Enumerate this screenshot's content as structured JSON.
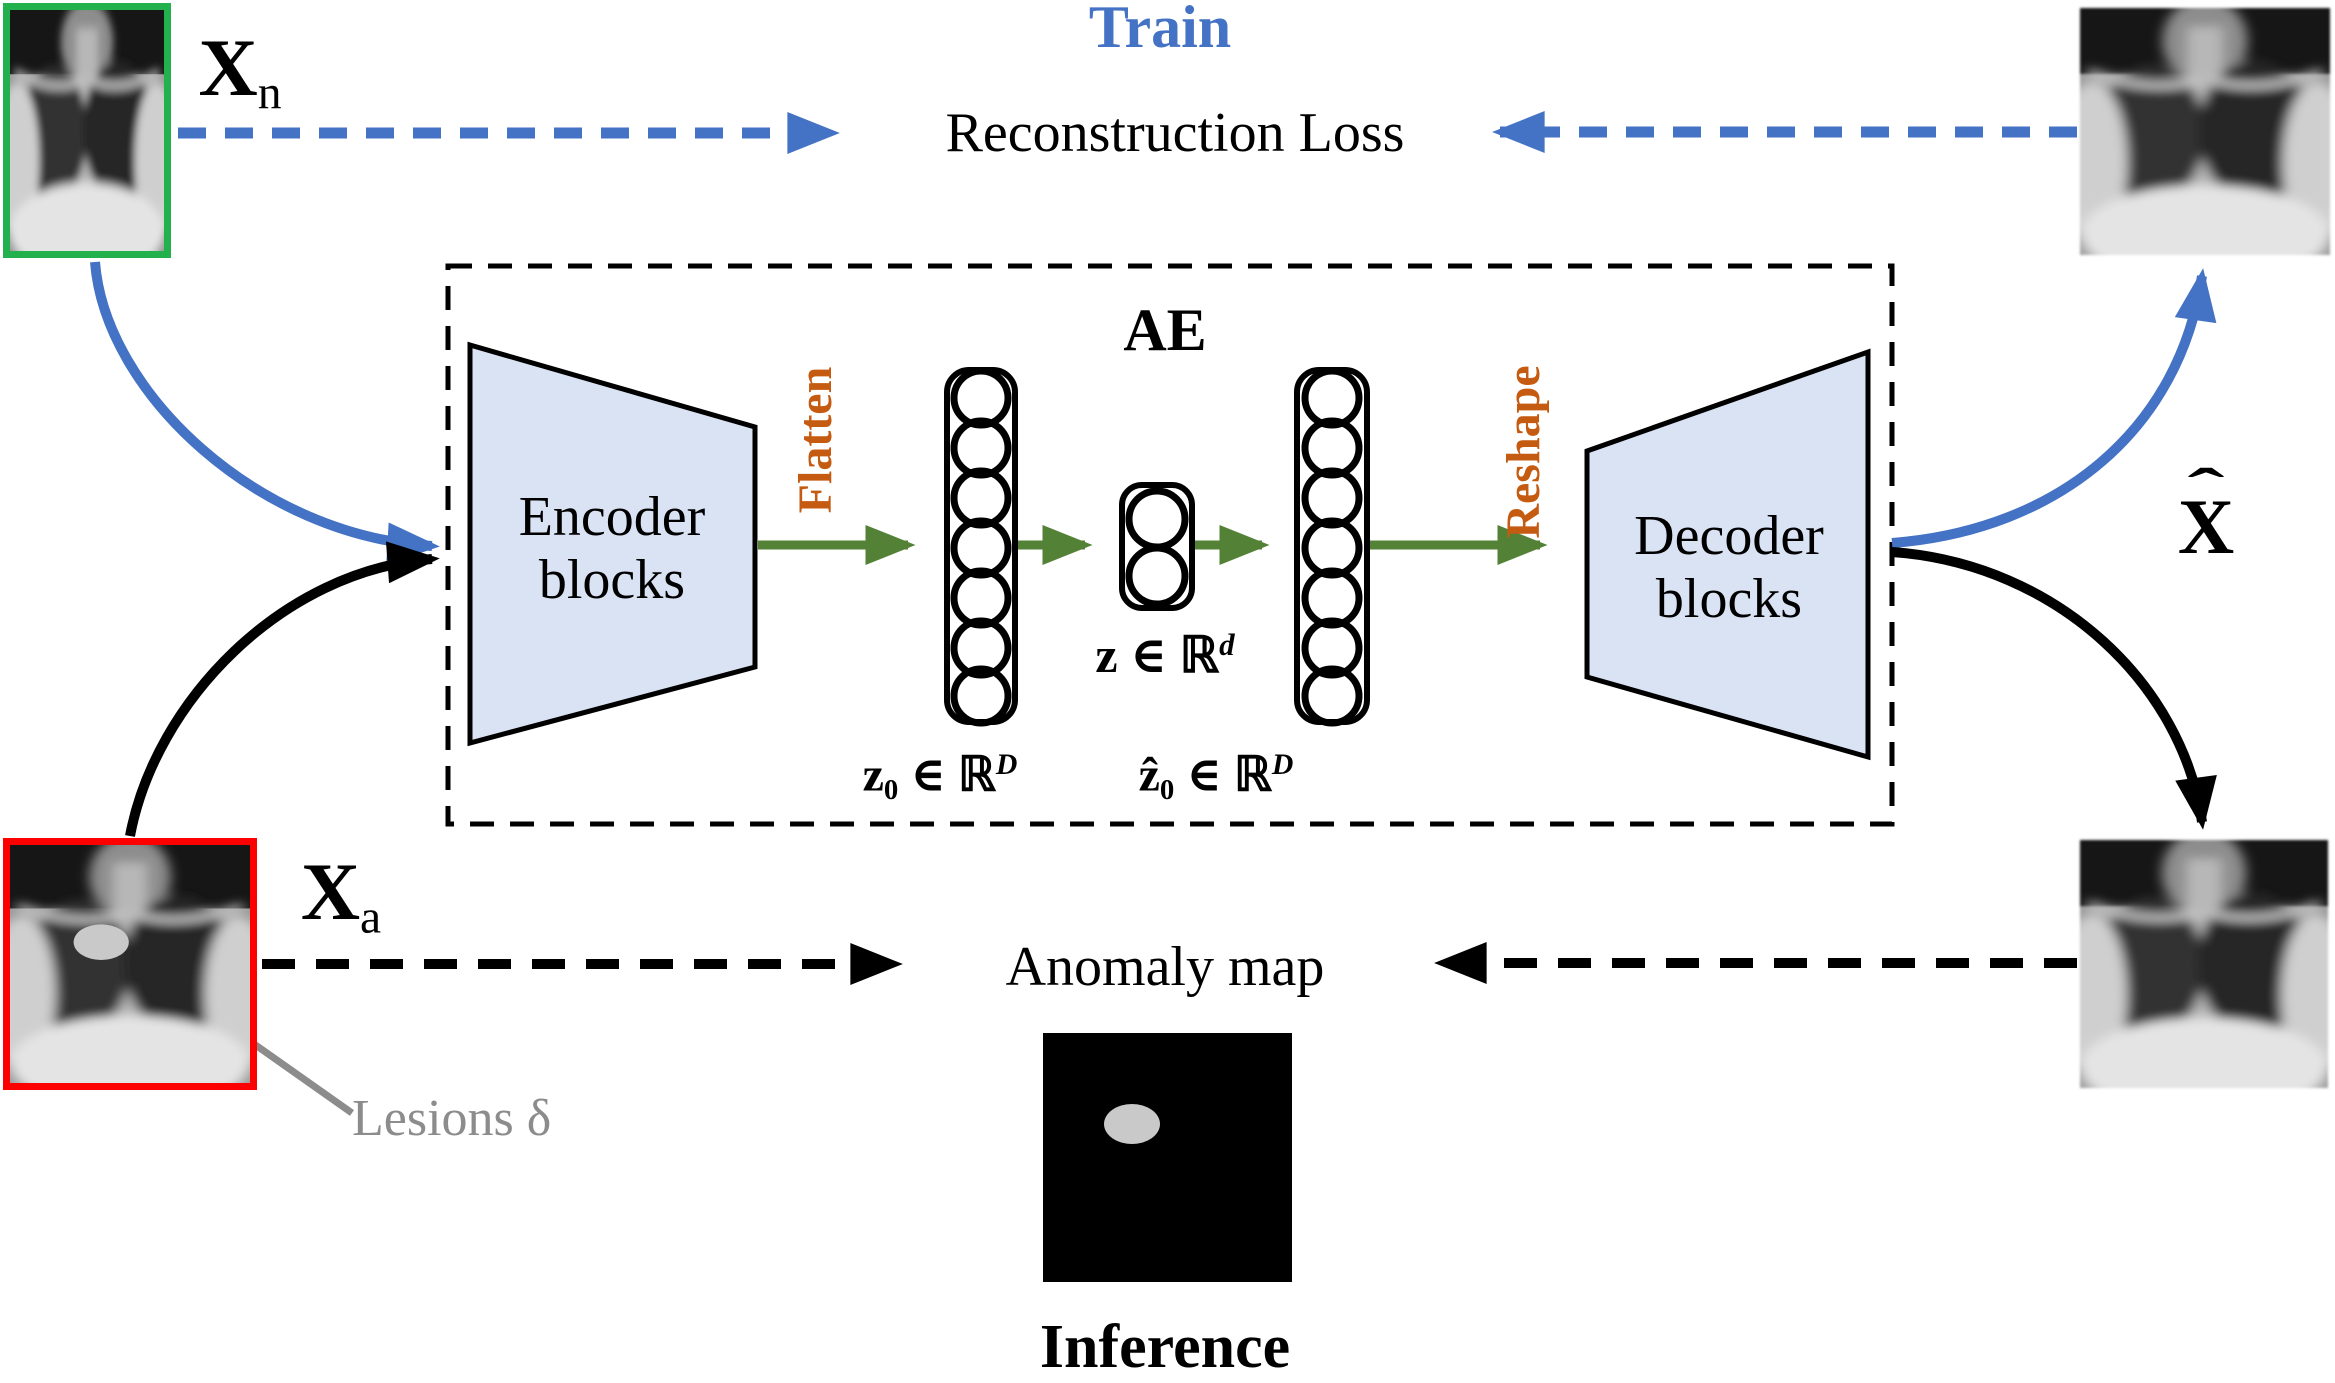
{
  "figure": {
    "phase_train": "Train",
    "phase_inference": "Inference",
    "reconstruction_loss": "Reconstruction Loss",
    "anomaly_map": "Anomaly map",
    "ae_box": "AE",
    "encoder": {
      "line1": "Encoder",
      "line2": "blocks"
    },
    "decoder": {
      "line1": "Decoder",
      "line2": "blocks"
    },
    "flatten": "Flatten",
    "reshape": "Reshape",
    "lesions": "Lesions δ",
    "input_normal": {
      "base": "X",
      "sub": "n"
    },
    "input_anomalous": {
      "base": "X",
      "sub": "a"
    },
    "reconstruction": {
      "base": "X",
      "hat": "ˆ"
    },
    "latent_flat": {
      "var": "z",
      "sub": "0",
      "rel": " ∈ ",
      "set": "ℝ",
      "sup": "D"
    },
    "latent_bottleneck": {
      "var": "z",
      "rel": " ∈ ",
      "set": "ℝ",
      "sup": "d"
    },
    "latent_reconstructed": {
      "var": "ẑ",
      "sub": "0",
      "rel": " ∈ ",
      "set": "ℝ",
      "sup": "D"
    }
  },
  "images": {
    "top_left": "normal chest x-ray input",
    "top_right": "reconstructed chest x-ray (train)",
    "bottom_left": "anomalous chest x-ray input with lesion",
    "bottom_right": "reconstructed chest x-ray (inference)",
    "anomaly_square": "black anomaly map with bright lesion blob"
  },
  "colors": {
    "accent_blue": "#4472C4",
    "arrow_green": "#538135",
    "label_orange": "#C55A11",
    "block_fill": "#DAE3F3",
    "border_green": "#22B14C",
    "border_red": "#FF0000",
    "annotation_gray": "#8C8C8C",
    "lesion_gray": "#C9C9C9",
    "anomaly_background": "#000000"
  }
}
